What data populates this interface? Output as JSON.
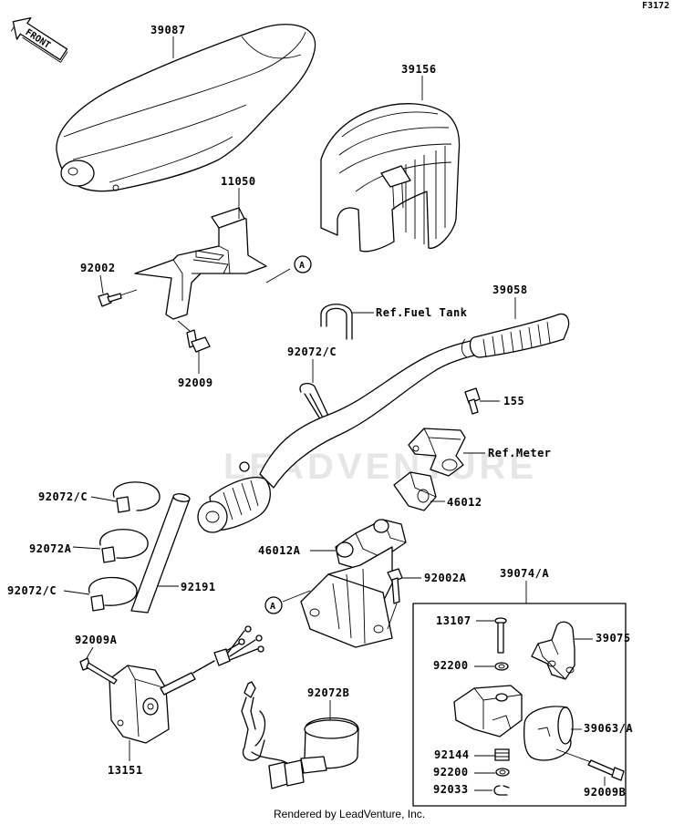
{
  "figure_id": "F3172",
  "front_label": "FRONT",
  "footer": "Rendered by LeadVenture, Inc.",
  "watermark": "LEADVENTURE",
  "callout_letter": "A",
  "labels": {
    "p39087": "39087",
    "p39156": "39156",
    "p11050": "11050",
    "p92002": "92002",
    "p92009": "92009",
    "p39058": "39058",
    "ref_fuel_tank": "Ref.Fuel Tank",
    "p92072c_top": "92072/C",
    "p155": "155",
    "ref_meter": "Ref.Meter",
    "p46012": "46012",
    "p92072c_1": "92072/C",
    "p92072a": "92072A",
    "p92072c_2": "92072/C",
    "p46012a": "46012A",
    "p92191": "92191",
    "p92002a": "92002A",
    "p39074a": "39074/A",
    "p13107": "13107",
    "p39075": "39075",
    "p92200_1": "92200",
    "p92009a": "92009A",
    "p92072b": "92072B",
    "p39063a": "39063/A",
    "p92144": "92144",
    "p92200_2": "92200",
    "p92033": "92033",
    "p92009b": "92009B",
    "p13151": "13151"
  }
}
